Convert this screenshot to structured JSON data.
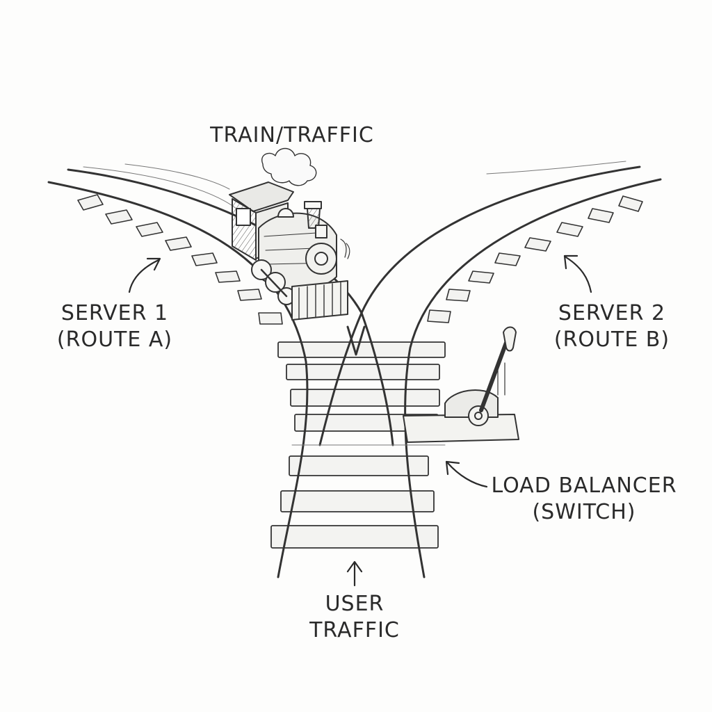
{
  "labels": {
    "train": "TRAIN/TRAFFIC",
    "server1": {
      "line1": "SERVER 1",
      "line2": "(ROUTE A)"
    },
    "server2": {
      "line1": "SERVER 2",
      "line2": "(ROUTE B)"
    },
    "load_balancer": {
      "line1": "LOAD BALANCER",
      "line2": "(SWITCH)"
    },
    "user_traffic": {
      "line1": "USER",
      "line2": "TRAFFIC"
    }
  },
  "colors": {
    "ink": "#2a2a2a",
    "paper": "#fdfdfc"
  },
  "icons": [
    "steam-locomotive-icon",
    "switch-lever-icon",
    "arrow-icon"
  ]
}
